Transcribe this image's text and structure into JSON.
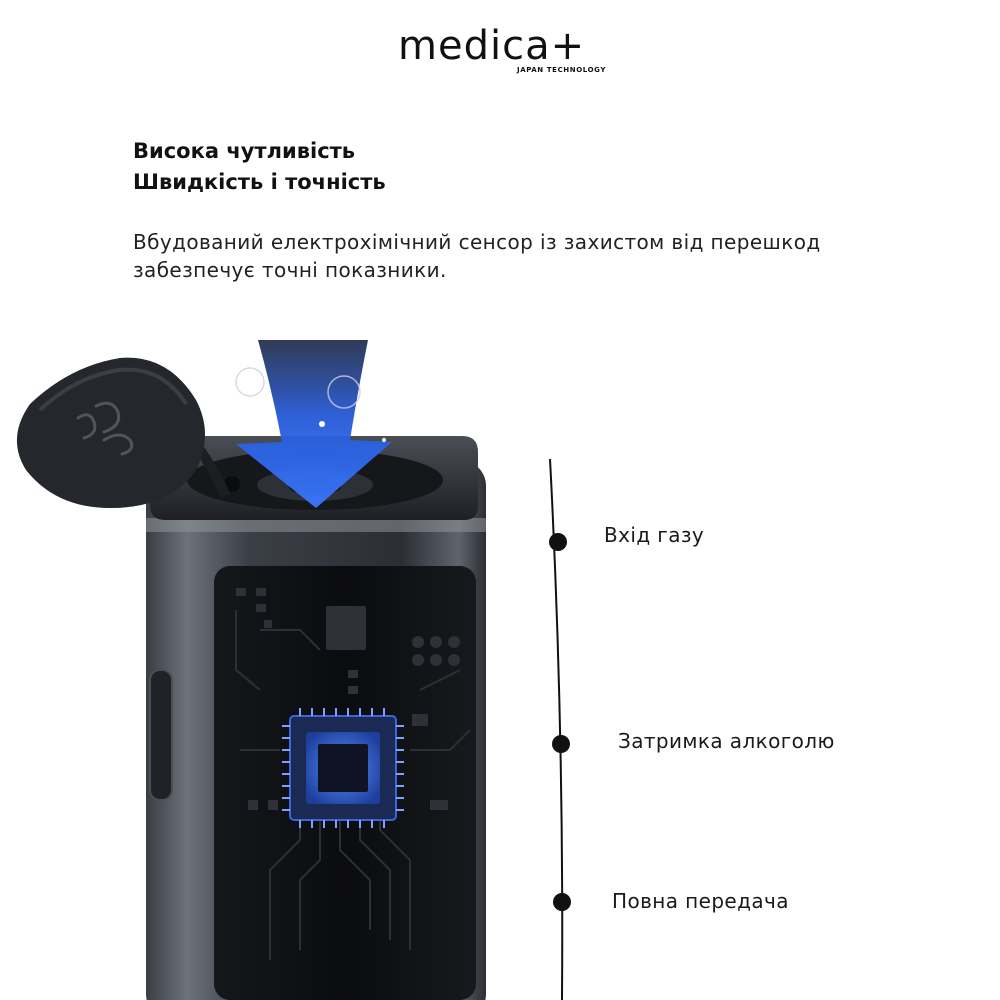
{
  "brand": {
    "name": "medica+",
    "tagline": "JAPAN TECHNOLOGY"
  },
  "headline": {
    "line1": "Висока чутливість",
    "line2": "Швидкість і точність"
  },
  "description": {
    "line1": "Вбудований електрохімічний сенсор із захистом від перешкод",
    "line2": "забезпечує точні показники."
  },
  "features": [
    {
      "label": "Вхід газу"
    },
    {
      "label": "Затримка алкоголю"
    },
    {
      "label": "Повна передача"
    }
  ],
  "colors": {
    "accent_blue": "#2f6bf0",
    "device_dark": "#2a2d33",
    "device_metal": "#5b6068",
    "text": "#111111"
  },
  "icons": {
    "cap": "breath-wave-icon",
    "arrow": "downward-arrow-icon",
    "chip": "processor-chip-icon"
  }
}
